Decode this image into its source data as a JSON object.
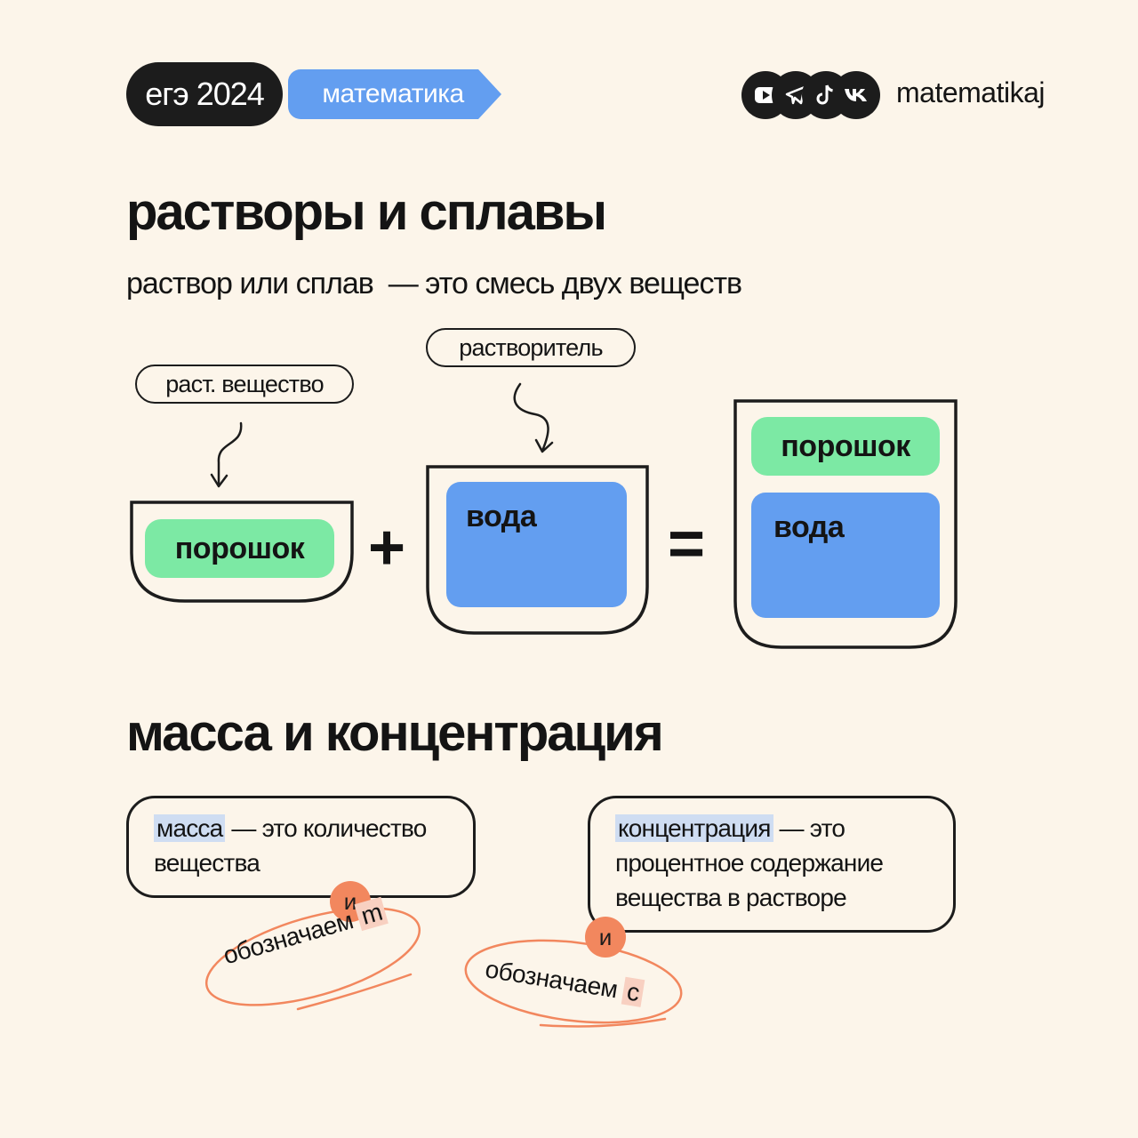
{
  "header": {
    "exam_badge": "егэ 2024",
    "subject_badge": "математика",
    "social_icons": [
      "youtube-icon",
      "telegram-icon",
      "tiktok-icon",
      "vk-icon"
    ],
    "handle": "matematikaj"
  },
  "section1": {
    "title": "растворы и сплавы",
    "definition": "раствор или сплав  — это смесь двух веществ",
    "label_solute": "раст. вещество",
    "label_solvent": "растворитель",
    "powder": "порошок",
    "water": "вода",
    "plus": "+",
    "equals": "="
  },
  "section2": {
    "title": "масса и концентрация",
    "mass": {
      "term": "масса",
      "rest_line1": " — это количество",
      "rest_line2": "вещества",
      "connector": "и",
      "denote": "обозначаем",
      "symbol": "m"
    },
    "concentration": {
      "term": "концентрация",
      "rest_line1": " — это",
      "rest_line2": "процентное содержание",
      "rest_line3": "вещества в растворе",
      "connector": "и",
      "denote": "обозначаем",
      "symbol": "с"
    }
  },
  "colors": {
    "background": "#fcf5ea",
    "dark": "#1c1c1c",
    "blue": "#639ef0",
    "green": "#7ce9a4",
    "orange": "#f2875e",
    "highlight_blue": "#cfddf2",
    "highlight_orange": "#f8d0c1"
  }
}
